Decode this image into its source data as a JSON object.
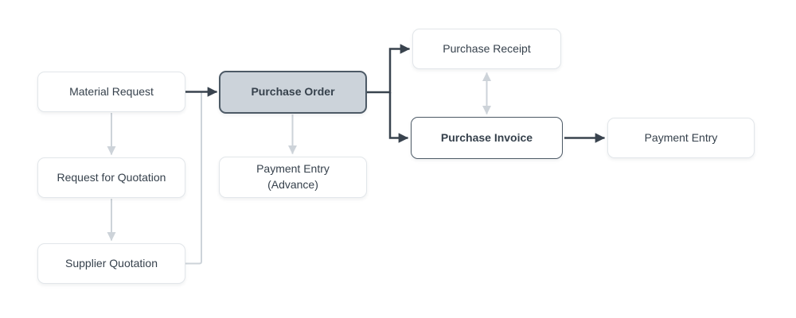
{
  "diagram": {
    "type": "flowchart",
    "subject": "purchasing-workflow",
    "nodes": {
      "material_request": {
        "label": "Material Request",
        "style": "default"
      },
      "request_for_quotation": {
        "label": "Request for Quotation",
        "style": "default"
      },
      "supplier_quotation": {
        "label": "Supplier Quotation",
        "style": "default"
      },
      "purchase_order": {
        "label": "Purchase Order",
        "style": "highlighted"
      },
      "payment_entry_advance": {
        "label": "Payment Entry\n(Advance)",
        "style": "default"
      },
      "purchase_receipt": {
        "label": "Purchase Receipt",
        "style": "default"
      },
      "purchase_invoice": {
        "label": "Purchase Invoice",
        "style": "outlined-bold"
      },
      "payment_entry": {
        "label": "Payment Entry",
        "style": "default"
      }
    },
    "edges": [
      {
        "from": "material_request",
        "to": "purchase_order",
        "style": "primary",
        "direction": "forward"
      },
      {
        "from": "material_request",
        "to": "request_for_quotation",
        "style": "secondary",
        "direction": "forward"
      },
      {
        "from": "request_for_quotation",
        "to": "supplier_quotation",
        "style": "secondary",
        "direction": "forward"
      },
      {
        "from": "supplier_quotation",
        "to": "purchase_order",
        "style": "secondary",
        "direction": "merge-into-primary"
      },
      {
        "from": "purchase_order",
        "to": "purchase_receipt",
        "style": "primary",
        "direction": "forward"
      },
      {
        "from": "purchase_order",
        "to": "purchase_invoice",
        "style": "primary",
        "direction": "forward"
      },
      {
        "from": "purchase_order",
        "to": "payment_entry_advance",
        "style": "secondary",
        "direction": "forward"
      },
      {
        "from": "purchase_receipt",
        "to": "purchase_invoice",
        "style": "secondary",
        "direction": "bidirectional"
      },
      {
        "from": "purchase_invoice",
        "to": "payment_entry",
        "style": "primary",
        "direction": "forward"
      }
    ],
    "colors": {
      "primary_edge": "#39434e",
      "secondary_edge": "#cdd3d9",
      "node_fill": "#ffffff",
      "node_border": "#e2e6ea",
      "highlight_fill": "#ccd3da",
      "highlight_border": "#4d5a66",
      "text": "#36414c"
    }
  }
}
